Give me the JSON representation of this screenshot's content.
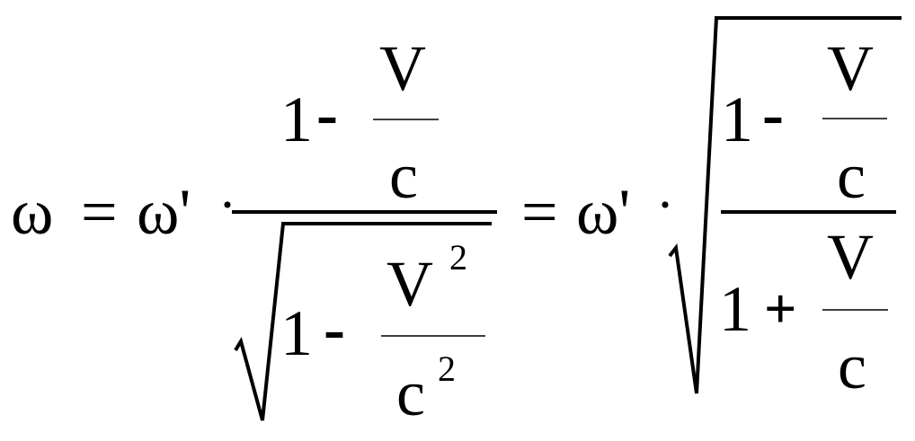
{
  "formula": {
    "lhs": "ω",
    "eq1": "=",
    "omega_prime_1": "ω'",
    "dot_1": "·",
    "frac1": {
      "num_one": "1",
      "num_minus": "-",
      "num_V": "V",
      "num_c": "c",
      "den_one": "1",
      "den_minus": "-",
      "den_V": "V",
      "den_V_exp": "2",
      "den_c": "c",
      "den_c_exp": "2"
    },
    "eq2": "=",
    "omega_prime_2": "ω'",
    "dot_2": "·",
    "frac2": {
      "num_one": "1",
      "num_minus": "-",
      "num_V": "V",
      "num_c": "c",
      "den_one": "1",
      "den_plus": "+",
      "den_V": "V",
      "den_c": "c"
    }
  }
}
